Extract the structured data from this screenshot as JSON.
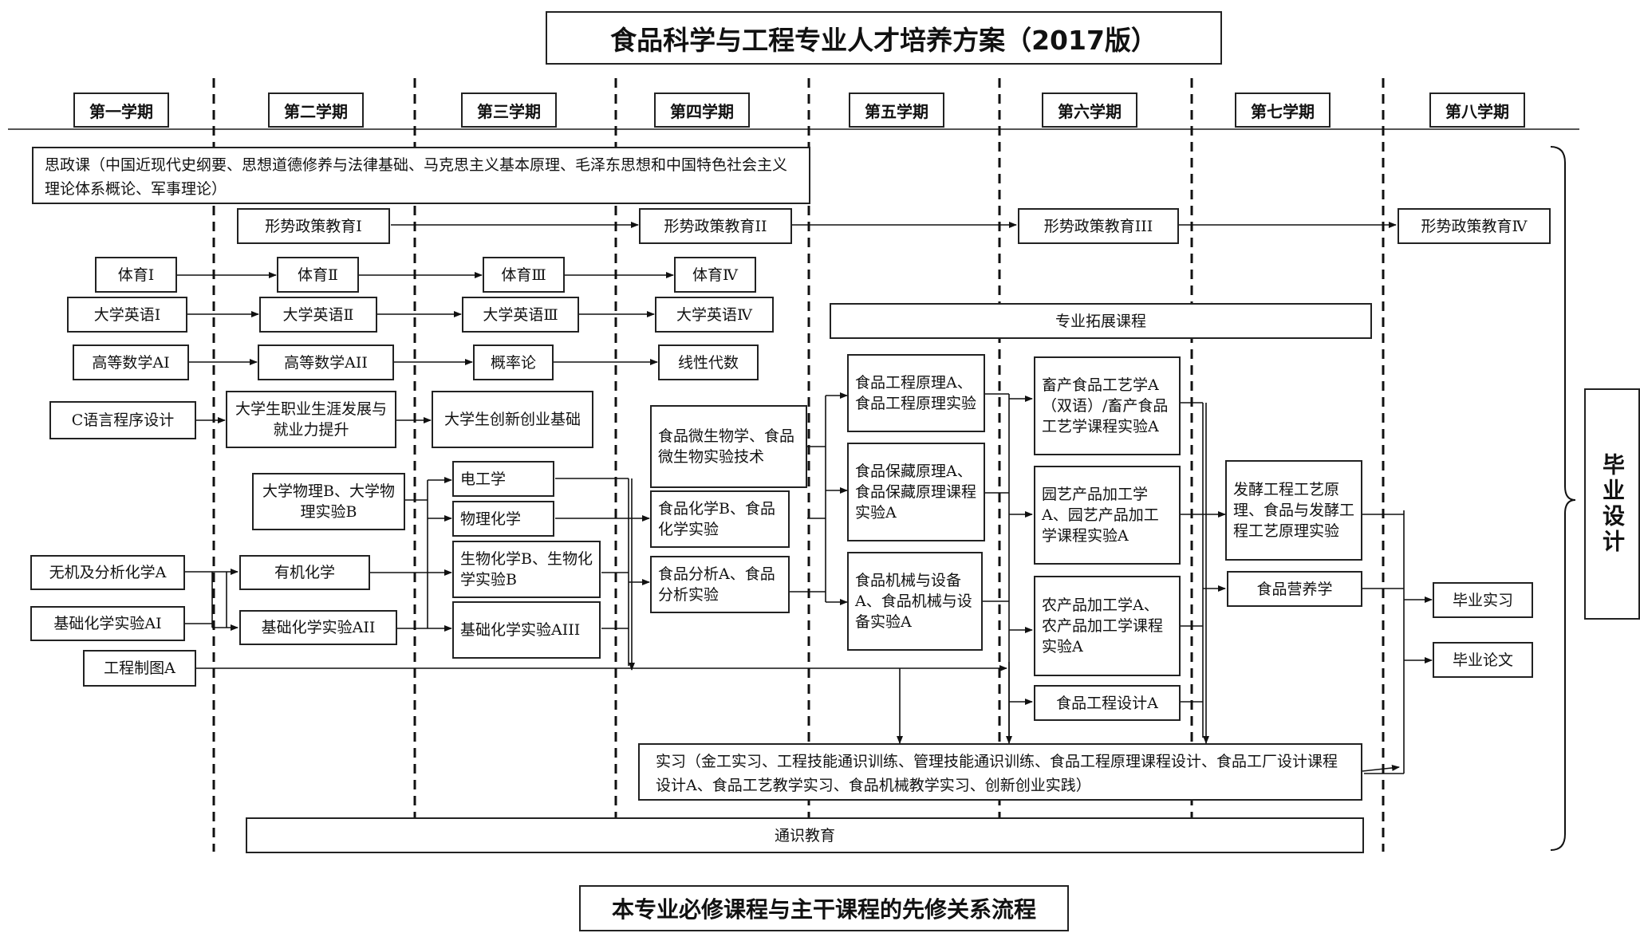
{
  "title": "食品科学与工程专业人才培养方案（2017版）",
  "caption": "本专业必修课程与主干课程的先修关系流程",
  "semesters": [
    "第一学期",
    "第二学期",
    "第三学期",
    "第四学期",
    "第五学期",
    "第六学期",
    "第七学期",
    "第八学期"
  ],
  "courses": {
    "sizheng": "思政课（中国近现代史纲要、思想道德修养与法律基础、马克思主义基本原理、毛泽东思想和中国特色社会主义理论体系概论、军事理论）",
    "xszc1": "形势政策教育Ⅰ",
    "xszc2": "形势政策教育II",
    "xszc3": "形势政策教育III",
    "xszc4": "形势政策教育Ⅳ",
    "ty1": "体育Ⅰ",
    "ty2": "体育Ⅱ",
    "ty3": "体育Ⅲ",
    "ty4": "体育Ⅳ",
    "yy1": "大学英语Ⅰ",
    "yy2": "大学英语Ⅱ",
    "yy3": "大学英语Ⅲ",
    "yy4": "大学英语Ⅳ",
    "zytz": "专业拓展课程",
    "gs1": "高等数学AI",
    "gs2": "高等数学AII",
    "gll": "概率论",
    "xxds": "线性代数",
    "cyy": "C语言程序设计",
    "zysy": "大学生职业生涯发展与就业力提升",
    "cxcy": "大学生创新创业基础",
    "spws": "食品微生物学、食品微生物实验技术",
    "gcyl": "食品工程原理A、食品工程原理实验",
    "xcsp": "畜产食品工艺学A（双语）/畜产食品工艺学课程实验A",
    "dxwl": "大学物理B、大学物理实验B",
    "dgx": "电工学",
    "wlhx": "物理化学",
    "sphx": "食品化学B、食品化学实验",
    "bcyl": "食品保藏原理A、食品保藏原理课程实验A",
    "yycp": "园艺产品加工学A、园艺产品加工学课程实验A",
    "fjgc": "发酵工程工艺原理、食品与发酵工程工艺原理实验",
    "wjhx": "无机及分析化学A",
    "yjhx": "有机化学",
    "swhx": "生物化学B、生物化学实验B",
    "spfx": "食品分析A、食品分析实验",
    "jxsb": "食品机械与设备A、食品机械与设备实验A",
    "ncp": "农产品加工学A、农产品加工学课程实验A",
    "yyx": "食品营养学",
    "byshx": "毕业实习",
    "jcsy1": "基础化学实验AI",
    "jcsy2": "基础化学实验AII",
    "jcsy3": "基础化学实验AIII",
    "byw": "毕业论文",
    "gczt": "工程制图A",
    "gcsj": "食品工程设计A",
    "shixi": "实习（金工实习、工程技能通识训练、管理技能通识训练、食品工程原理课程设计、食品工厂设计课程设计A、食品工艺教学实习、食品机械教学实习、创新创业实践）",
    "tsjy": "通识教育",
    "bysj": "毕业设计"
  }
}
